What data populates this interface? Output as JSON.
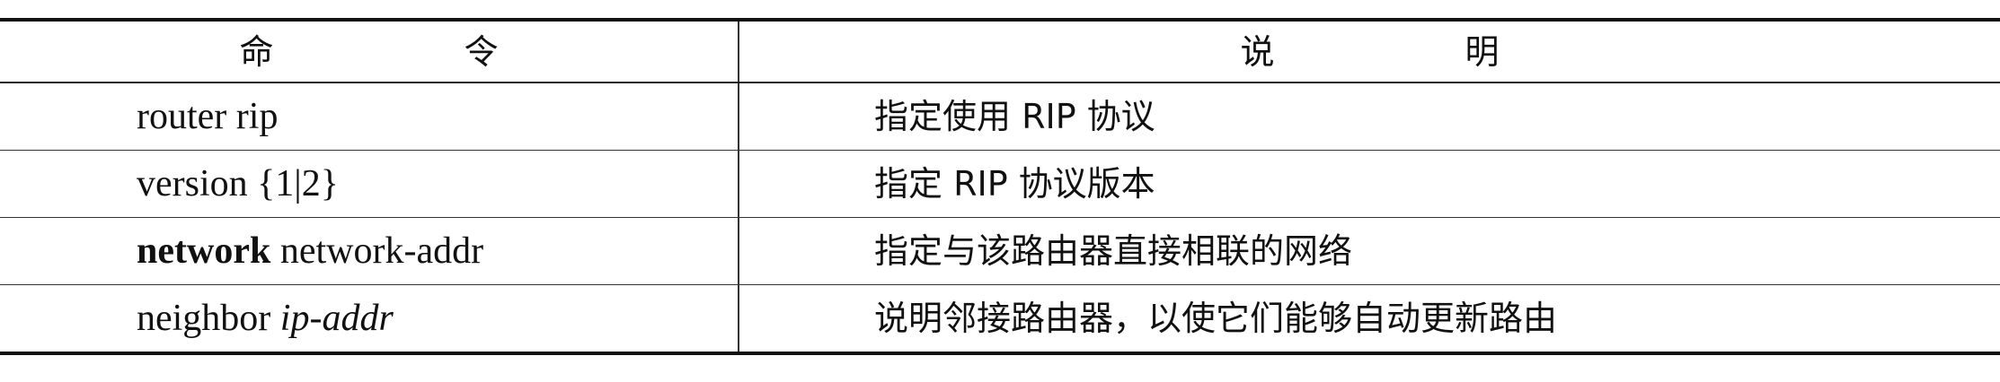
{
  "table": {
    "headers": {
      "command": "命 令",
      "description": "说 明"
    },
    "rows": [
      {
        "cmd_plain": "router rip",
        "desc": "指定使用 RIP 协议"
      },
      {
        "cmd_plain": "version {1|2}",
        "desc": "指定 RIP 协议版本"
      },
      {
        "cmd_bold": "network",
        "cmd_rest": " network-addr",
        "desc": "指定与该路由器直接相联的网络"
      },
      {
        "cmd_plain": "neighbor ",
        "cmd_italic": "ip-addr",
        "desc": "说明邻接路由器，以使它们能够自动更新路由"
      }
    ]
  }
}
